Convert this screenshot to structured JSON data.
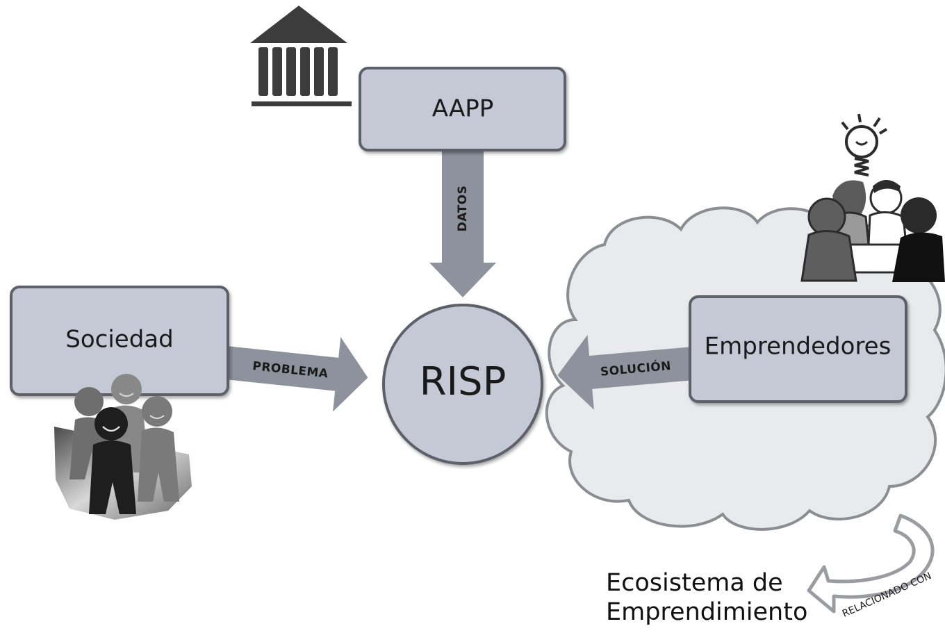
{
  "nodes": {
    "aapp": "AAPP",
    "sociedad": "Sociedad",
    "risp": "RISP",
    "emprendedores": "Emprendedores"
  },
  "arrows": {
    "datos": "DATOS",
    "problema": "PROBLEMA",
    "solucion": "SOLUCIÓN",
    "relacionado": "RELACIONADO CON"
  },
  "ecosystem": {
    "line1": "Ecosistema de",
    "line2": "Emprendimiento"
  },
  "icons": [
    "government-building-icon",
    "people-group-icon",
    "team-idea-icon",
    "lightbulb-icon"
  ],
  "colors": {
    "box_fill": "#c5c9d6",
    "box_stroke": "#5d6067",
    "arrow_fill": "#8e929c",
    "cloud_fill": "#e9eaed",
    "cloud_stroke": "#8b8d92"
  }
}
